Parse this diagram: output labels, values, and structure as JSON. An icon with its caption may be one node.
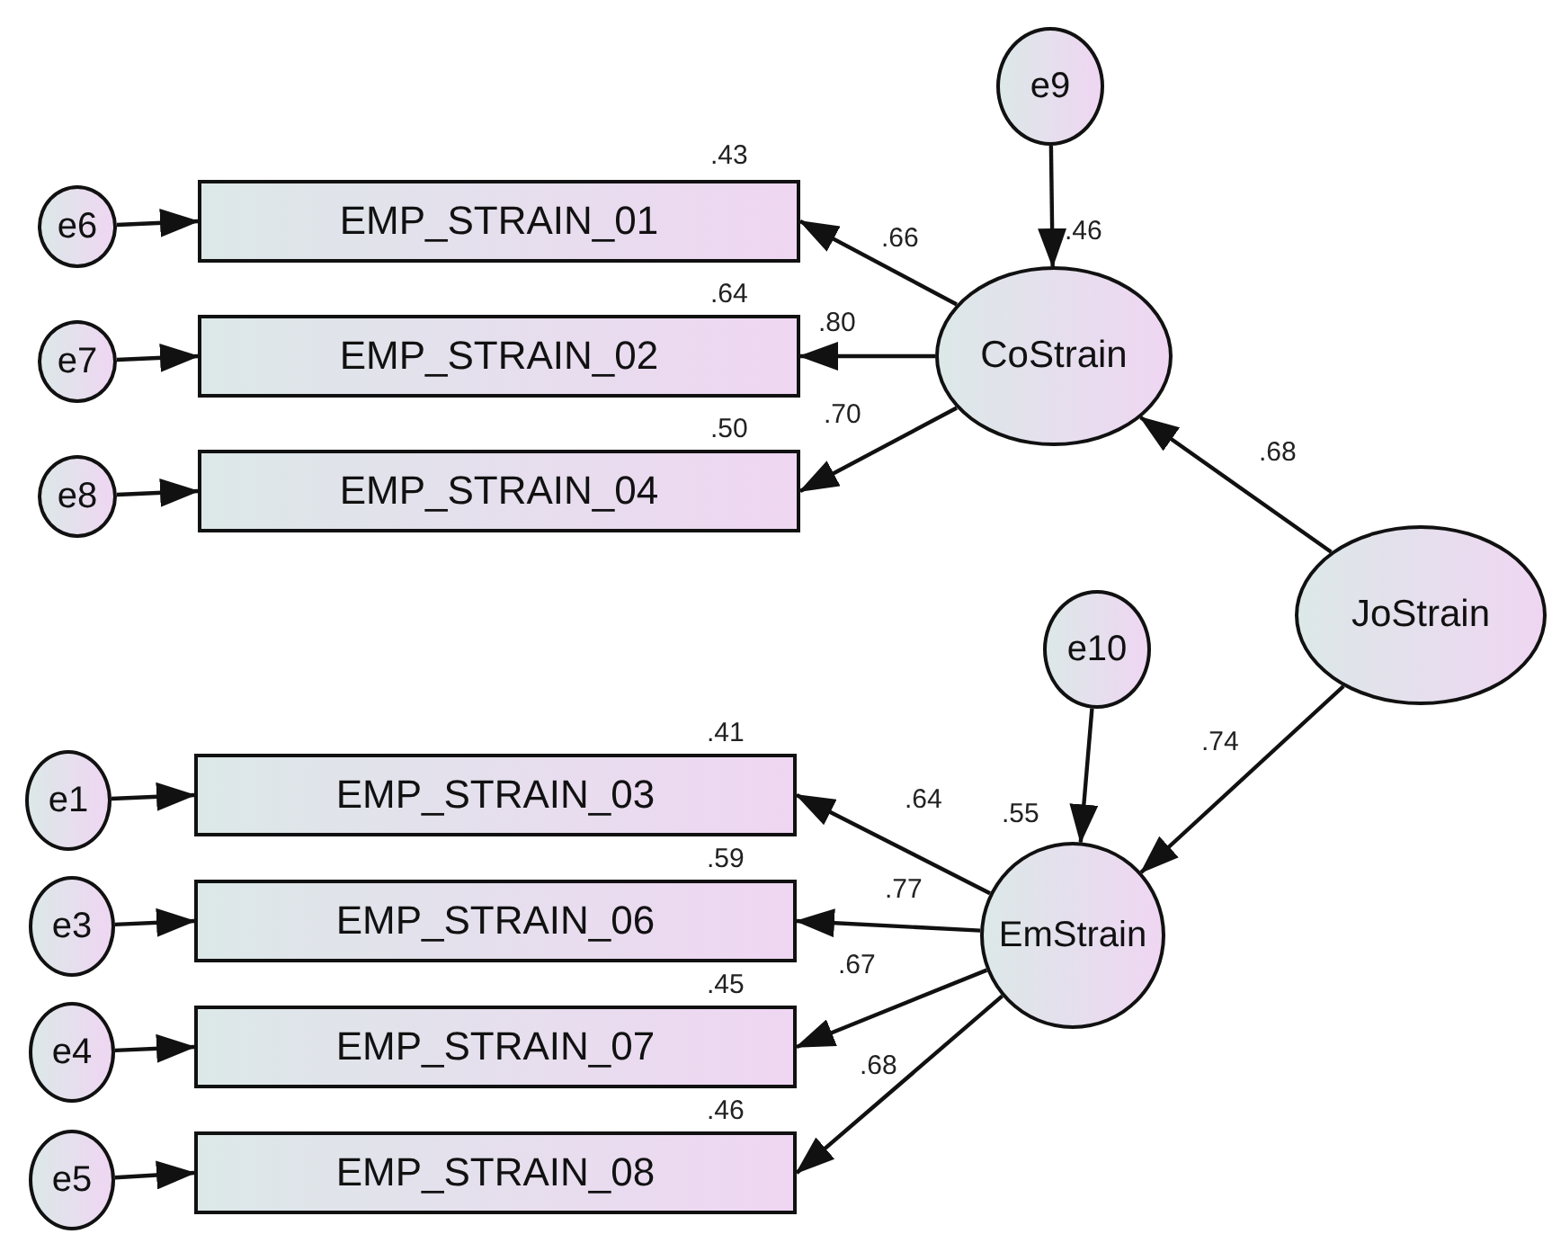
{
  "diagram": {
    "nodes": [
      {
        "text": [
          "e9"
        ]
      },
      {
        "text": [
          "e6"
        ]
      },
      {
        "text": [
          "EMP_STRAIN_01"
        ],
        "beside": [
          ".43"
        ]
      },
      {
        "text": [
          "e7"
        ]
      },
      {
        "text": [
          "EMP_STRAIN_02"
        ],
        "beside": [
          ".64"
        ]
      },
      {
        "text": [
          "e8"
        ]
      },
      {
        "text": [
          "EMP_STRAIN_04"
        ],
        "beside": [
          ".50"
        ]
      },
      {
        "text": [
          "CoStrain"
        ],
        "beside": [
          ".46"
        ]
      },
      {
        "text": [
          "JoStrain"
        ]
      },
      {
        "text": [
          "e10"
        ]
      },
      {
        "text": [
          "e1"
        ]
      },
      {
        "text": [
          "EMP_STRAIN_03"
        ],
        "beside": [
          ".41"
        ]
      },
      {
        "text": [
          "e3"
        ]
      },
      {
        "text": [
          "EMP_STRAIN_06"
        ],
        "beside": [
          ".59"
        ]
      },
      {
        "text": [
          "e4"
        ]
      },
      {
        "text": [
          "EMP_STRAIN_07"
        ],
        "beside": [
          ".45"
        ]
      },
      {
        "text": [
          "e5"
        ]
      },
      {
        "text": [
          "EMP_STRAIN_08"
        ],
        "beside": [
          ".46"
        ]
      },
      {
        "text": [
          "EmStrain"
        ],
        "beside": [
          ".55"
        ]
      }
    ],
    "edges": [
      {
        "from": 0,
        "to": 7,
        "arrow": "to"
      },
      {
        "from": 1,
        "to": 2,
        "arrow": "to"
      },
      {
        "from": 3,
        "to": 4,
        "arrow": "to"
      },
      {
        "from": 5,
        "to": 6,
        "arrow": "to"
      },
      {
        "from": 7,
        "to": 2,
        "arrow": "to",
        "label": ".66"
      },
      {
        "from": 7,
        "to": 4,
        "arrow": "to",
        "label": ".80"
      },
      {
        "from": 7,
        "to": 6,
        "arrow": "to",
        "label": ".70"
      },
      {
        "from": 8,
        "to": 7,
        "arrow": "to",
        "label": ".68"
      },
      {
        "from": 8,
        "to": 18,
        "arrow": "to",
        "label": ".74"
      },
      {
        "from": 9,
        "to": 18,
        "arrow": "to"
      },
      {
        "from": 10,
        "to": 11,
        "arrow": "to"
      },
      {
        "from": 12,
        "to": 13,
        "arrow": "to"
      },
      {
        "from": 14,
        "to": 15,
        "arrow": "to"
      },
      {
        "from": 16,
        "to": 17,
        "arrow": "to"
      },
      {
        "from": 18,
        "to": 11,
        "arrow": "to",
        "label": ".64"
      },
      {
        "from": 18,
        "to": 13,
        "arrow": "to",
        "label": ".77"
      },
      {
        "from": 18,
        "to": 15,
        "arrow": "to",
        "label": ".67"
      },
      {
        "from": 18,
        "to": 17,
        "arrow": "to",
        "label": ".68"
      }
    ]
  }
}
